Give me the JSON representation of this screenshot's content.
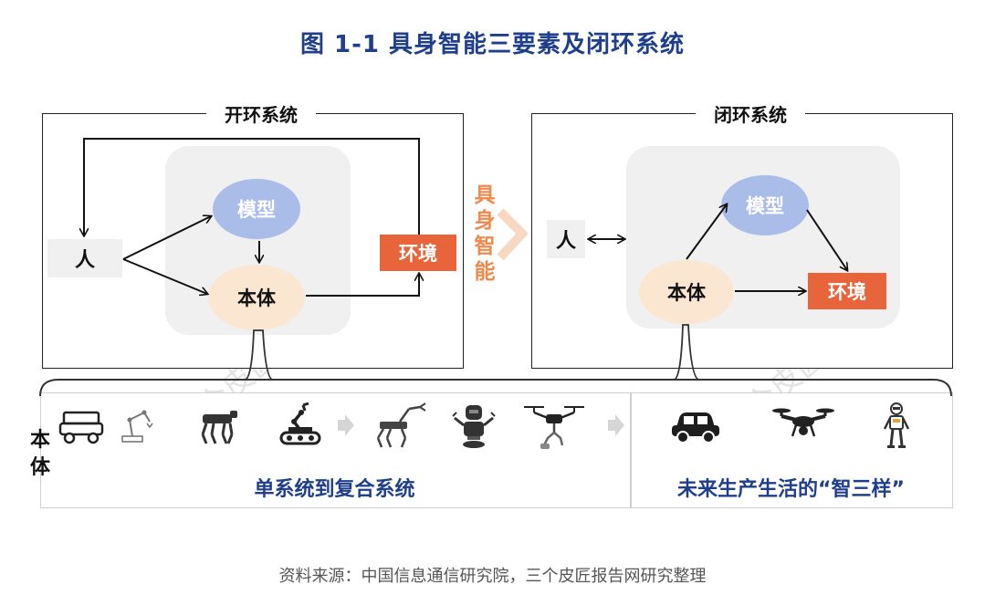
{
  "title": "图 1-1 具身智能三要素及闭环系统",
  "open_loop": {
    "title": "开环系统",
    "model": "模型",
    "body": "本体",
    "environment": "环境",
    "person": "人"
  },
  "center_label": [
    "具",
    "身",
    "智",
    "能"
  ],
  "closed_loop": {
    "title": "闭环系统",
    "model": "模型",
    "body": "本体",
    "environment": "环境",
    "person": "人"
  },
  "bottom": {
    "side_label": [
      "本",
      "体"
    ],
    "left_caption": "单系统到复合系统",
    "right_caption": "未来生产生活的“智三样”"
  },
  "watermark": "三个皮匠报告",
  "source": "资料来源：中国信息通信研究院，三个皮匠报告网研究整理",
  "colors": {
    "title": "#1f3f8a",
    "model": "#a9bde8",
    "body": "#fbe6d2",
    "environment": "#e8643a",
    "center_label": "#ee8a4e"
  },
  "icons": [
    "cart-icon",
    "robot-arm-icon",
    "robot-dog-icon",
    "tracked-robot-icon",
    "arrow-right-icon",
    "dog-arm-robot-icon",
    "humanoid-robot-icon",
    "drone-gripper-icon",
    "arrow-right-icon",
    "car-icon",
    "drone-icon",
    "humanoid-icon"
  ]
}
